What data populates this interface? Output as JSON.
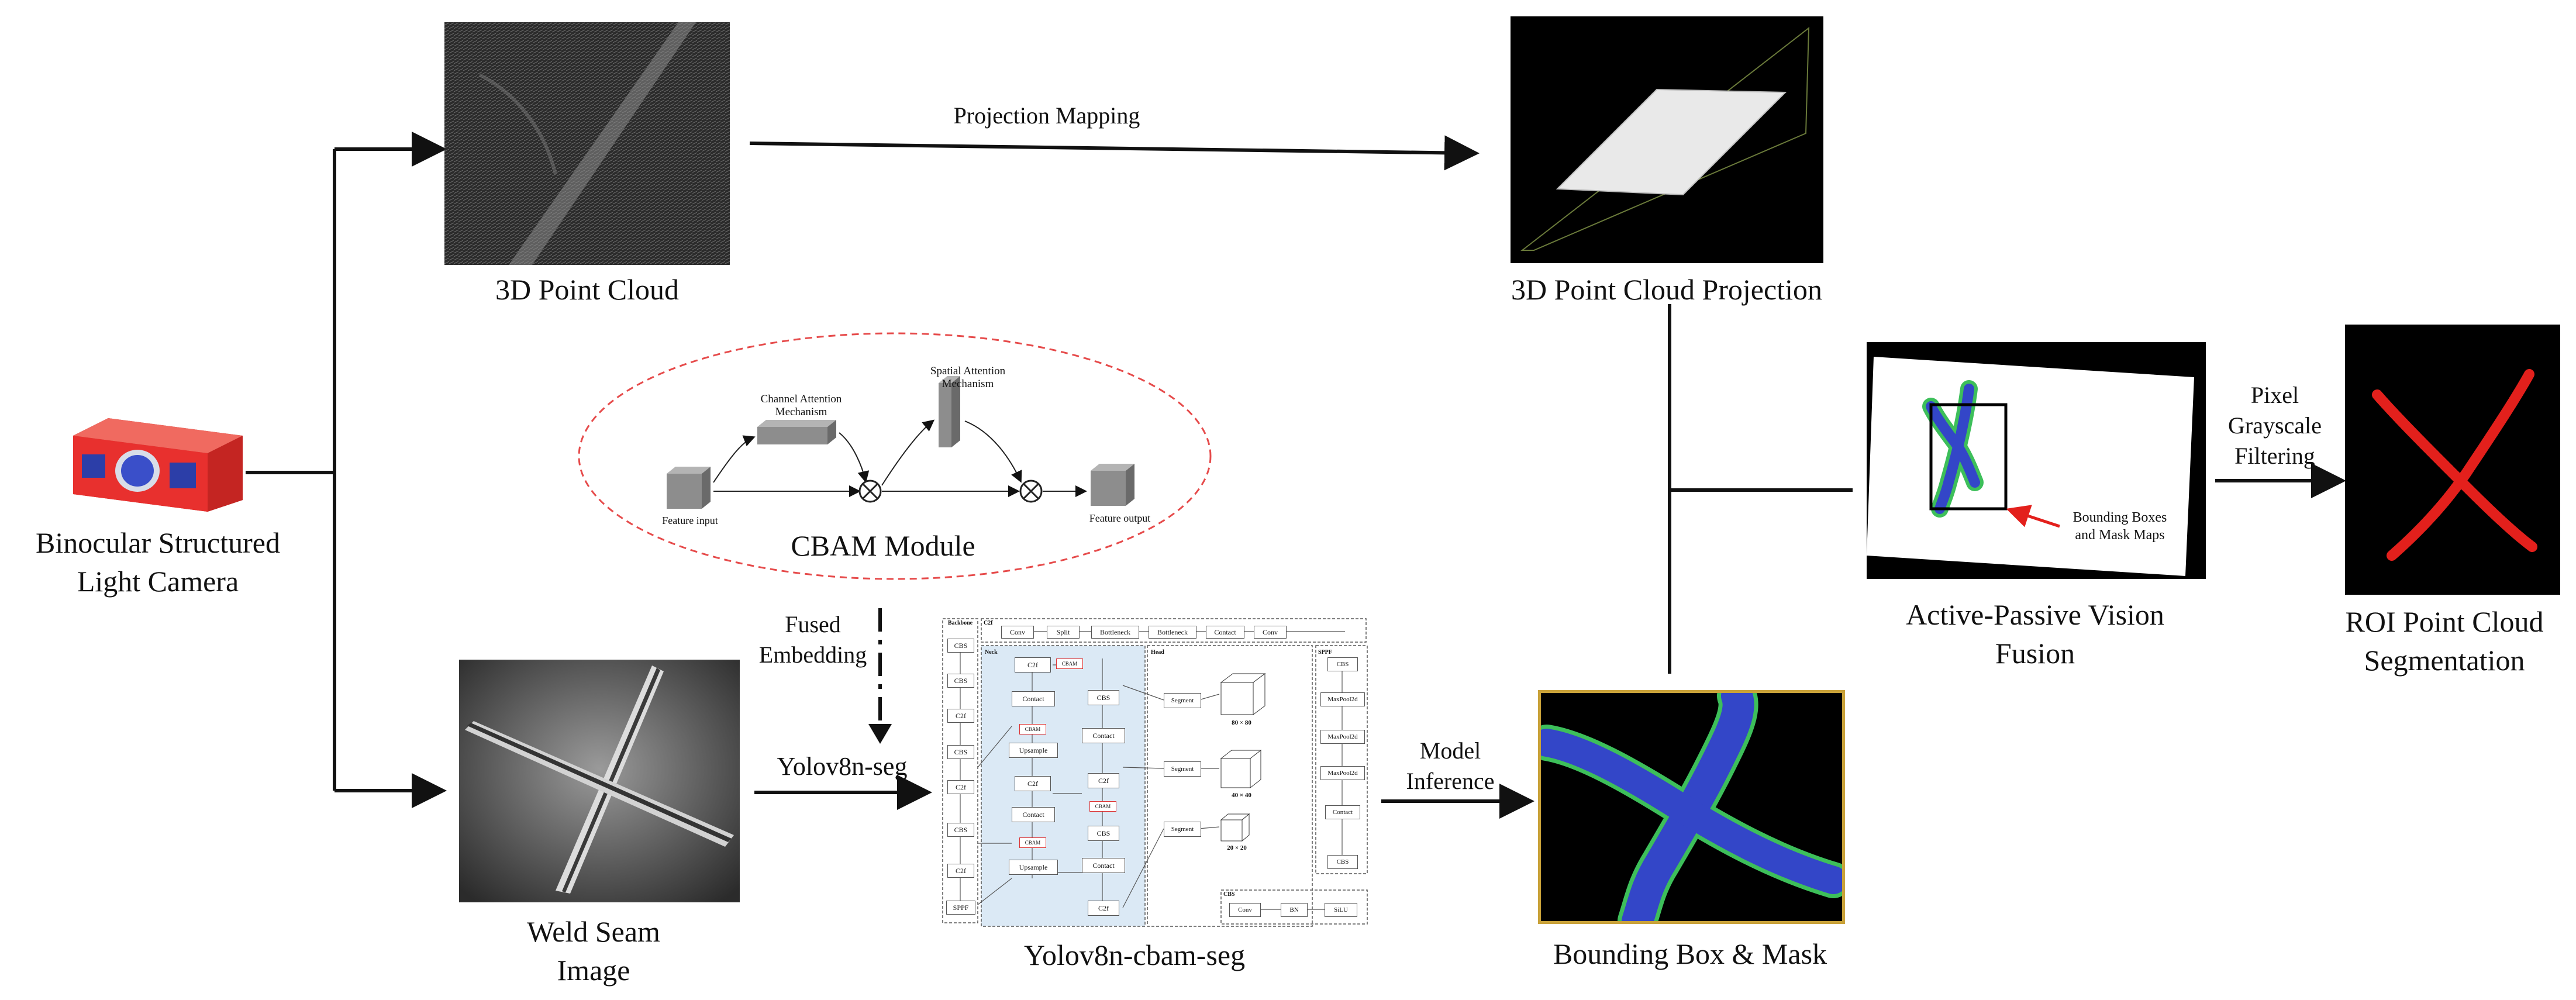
{
  "labels": {
    "camera": "Binocular Structured\nLight Camera",
    "point_cloud": "3D Point Cloud",
    "projection_mapping": "Projection Mapping",
    "point_cloud_projection": "3D Point Cloud Projection",
    "weld_seam_image": "Weld Seam\nImage",
    "cbam_module": "CBAM Module",
    "fused_embedding": "Fused\nEmbedding",
    "yolo_seg": "Yolov8n-seg",
    "yolo_cbam_seg": "Yolov8n-cbam-seg",
    "model_inference": "Model\nInference",
    "bbox_mask": "Bounding Box & Mask",
    "active_passive": "Active-Passive Vision\nFusion",
    "pixel_filtering": "Pixel\nGrayscale\nFiltering",
    "roi_segmentation": "ROI Point Cloud\nSegmentation",
    "bbox_annotation": "Bounding Boxes\nand Mask Maps"
  },
  "cbam": {
    "channel_attention": "Channel Attention\nMechanism",
    "spatial_attention": "Spatial Attention\nMechanism",
    "feature_input": "Feature input",
    "feature_output": "Feature output"
  },
  "network": {
    "c2f_title": "C2f",
    "c2f_row": [
      "Conv",
      "Split",
      "Bottleneck",
      "Bottleneck",
      "Contact",
      "Conv"
    ],
    "backbone_title": "Backbone",
    "backbone": [
      "CBS",
      "CBS",
      "C2f",
      "CBS",
      "C2f",
      "CBS",
      "C2f",
      "SPPF"
    ],
    "neck_title": "Neck",
    "neck_left": [
      "C2f",
      "Contact",
      "Upsample",
      "C2f",
      "Contact",
      "Upsample"
    ],
    "neck_right": [
      "CBS",
      "Contact",
      "C2f",
      "CBS",
      "Contact",
      "C2f"
    ],
    "cbam_tag": "CBAM",
    "head_title": "Head",
    "segment": "Segment",
    "sizes": [
      "80 × 80",
      "40 × 40",
      "20 × 20"
    ],
    "sppf_title": "SPPF",
    "sppf": [
      "CBS",
      "MaxPool2d",
      "MaxPool2d",
      "MaxPool2d",
      "Contact",
      "CBS"
    ],
    "cbs_title": "CBS",
    "cbs_row": [
      "Conv",
      "BN",
      "SiLU"
    ]
  },
  "colors": {
    "camera_body": "#e8302e",
    "camera_lens": "#3a4fc9",
    "mask_blue": "#3346c8",
    "mask_green": "#3dbf5a",
    "roi_red": "#e3201c",
    "dashed_ellipse": "#e64b4b",
    "neck_fill": "#dbe9f5",
    "bbox_border": "#c9a23a"
  }
}
